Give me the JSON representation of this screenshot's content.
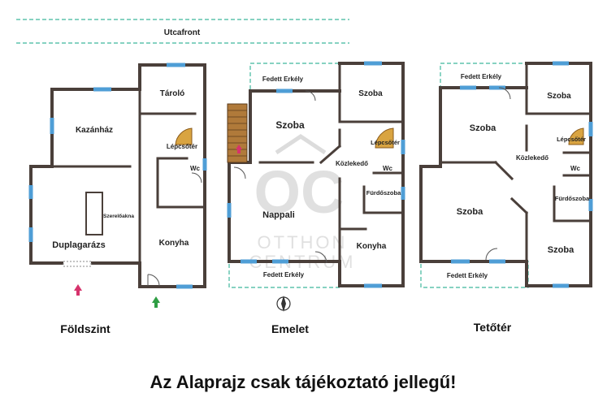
{
  "street": "Utcafront",
  "floors": {
    "ground": {
      "caption": "Földszint",
      "rooms": {
        "boiler": "Kazánház",
        "storage": "Tároló",
        "stairs": "Lépcsőtér",
        "wc": "Wc",
        "pit": "Szerelőakna",
        "garage": "Duplagarázs",
        "kitchen": "Konyha"
      }
    },
    "first": {
      "caption": "Emelet",
      "rooms": {
        "balcony_top": "Fedett Erkély",
        "room_left": "Szoba",
        "room_right": "Szoba",
        "stairs": "Lépcsőtér",
        "hall": "Közlekedő",
        "wc": "Wc",
        "bath": "Fürdőszoba",
        "living": "Nappali",
        "kitchen": "Konyha",
        "balcony_bottom": "Fedett Erkély"
      }
    },
    "attic": {
      "caption": "Tetőtér",
      "rooms": {
        "balcony_top": "Fedett Erkély",
        "room_topright": "Szoba",
        "room_left": "Szoba",
        "stairs": "Lépcsőtér",
        "hall": "Közlekedő",
        "wc": "Wc",
        "bath": "Fürdőszoba",
        "room_lowleft": "Szoba",
        "room_lowright": "Szoba",
        "balcony_bottom": "Fedett Erkély"
      }
    }
  },
  "watermark": {
    "monogram": "OC",
    "line1": "OTTHON",
    "line2": "CENTRUM"
  },
  "disclaimer": "Az Alaprajz csak tájékoztató jellegű!",
  "colors": {
    "wall": "#4a3f3a",
    "window": "#4f9ed6",
    "balcony": "#3fb89c",
    "entrance_arrow": "#d6336c",
    "exit_arrow": "#2f9e44",
    "stairs": "#d9a441"
  }
}
